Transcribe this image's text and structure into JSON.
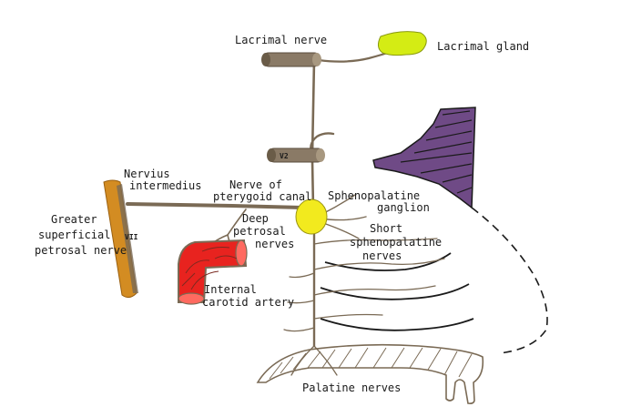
{
  "labels": {
    "lacrimal_nerve": "Lacrimal nerve",
    "lacrimal_gland": "Lacrimal gland",
    "v2": "V2",
    "nervius": "Nervius",
    "intermedius": "intermedius",
    "nerve_of": "Nerve of",
    "pterygoid_canal": "pterygoid canal",
    "spheno": "Sphenopalatine",
    "ganglion": "ganglion",
    "greater": "Greater",
    "superficial": "superficial",
    "petrosal_nerve": "petrosal nerve",
    "vii": "VII",
    "deep": "Deep",
    "petrosal": "petrosal",
    "nerves": "nerves",
    "short": "Short",
    "sphenopalatine": "sphenopalatine",
    "short_nerves": "nerves",
    "internal": "Internal",
    "carotid_artery": "carotid artery",
    "palatine_nerves": "Palatine nerves"
  },
  "colors": {
    "nerve": "#7a6a55",
    "nerve_trunk": "#8a7a66",
    "lacrimal_gland": "#d4ec14",
    "ganglion": "#f2ea1e",
    "petrosal_nerve": "#d38c22",
    "carotid": "#e8231f",
    "bone_purple": "#6f4a86"
  }
}
